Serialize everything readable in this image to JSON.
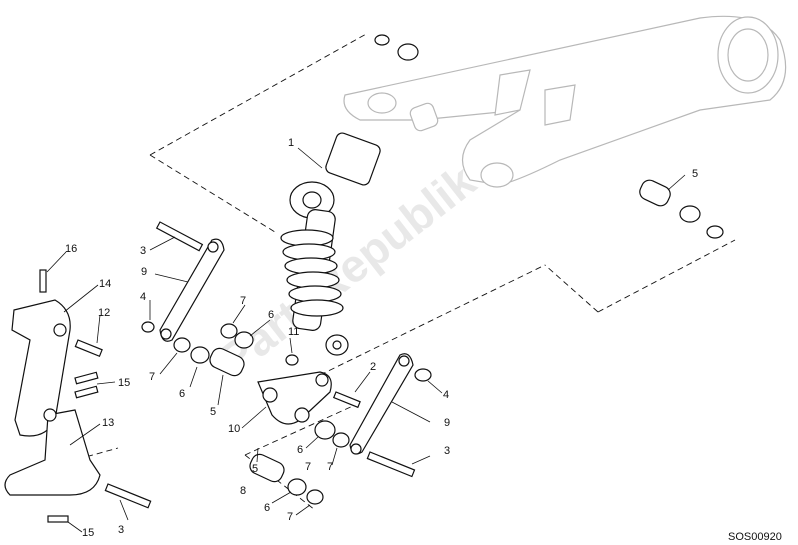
{
  "diagram_code": "SOS00920",
  "watermark": "PartsRepublik",
  "callouts": [
    "1",
    "2",
    "3",
    "3",
    "3",
    "4",
    "4",
    "5",
    "5",
    "5",
    "6",
    "6",
    "6",
    "6",
    "7",
    "7",
    "7",
    "7",
    "7",
    "8",
    "9",
    "9",
    "10",
    "11",
    "12",
    "13",
    "14",
    "15",
    "15",
    "16"
  ]
}
